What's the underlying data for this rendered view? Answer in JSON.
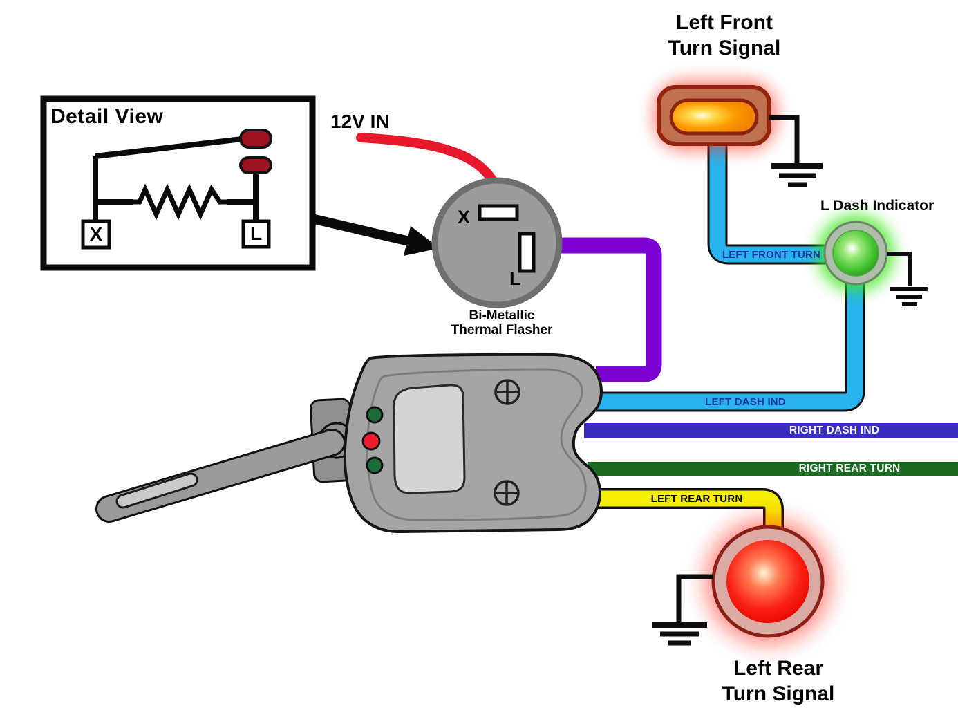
{
  "colors": {
    "wire_power": "#e8182b",
    "wire_flasher_switch": "#7d00d2",
    "wire_left_front": "#29b3ee",
    "wire_left_dash": "#29b3ee",
    "wire_right_dash": "#3a2cc0",
    "wire_right_rear": "#1d6b22",
    "wire_left_rear": "#f6ee00",
    "lamp_front_glow": "#ff2a14",
    "indicator_glow": "#3ae81e",
    "lamp_rear_glow": "#ff1a10"
  },
  "detail_view": {
    "title": "Detail View",
    "terminal_x": "X",
    "terminal_l": "L"
  },
  "power": {
    "label": "12V IN"
  },
  "flasher": {
    "terminal_x": "X",
    "terminal_l": "L",
    "name_line1": "Bi-Metallic",
    "name_line2": "Thermal Flasher"
  },
  "left_front_signal": {
    "line1": "Left Front",
    "line2": "Turn Signal"
  },
  "dash_indicator": {
    "label": "L Dash Indicator"
  },
  "left_rear_signal": {
    "line1": "Left Rear",
    "line2": "Turn Signal"
  },
  "wire_labels": {
    "left_front_turn": "LEFT FRONT TURN",
    "left_dash_ind": "LEFT DASH IND",
    "right_dash_ind": "RIGHT DASH IND",
    "right_rear_turn": "RIGHT REAR TURN",
    "left_rear_turn": "LEFT REAR TURN"
  }
}
